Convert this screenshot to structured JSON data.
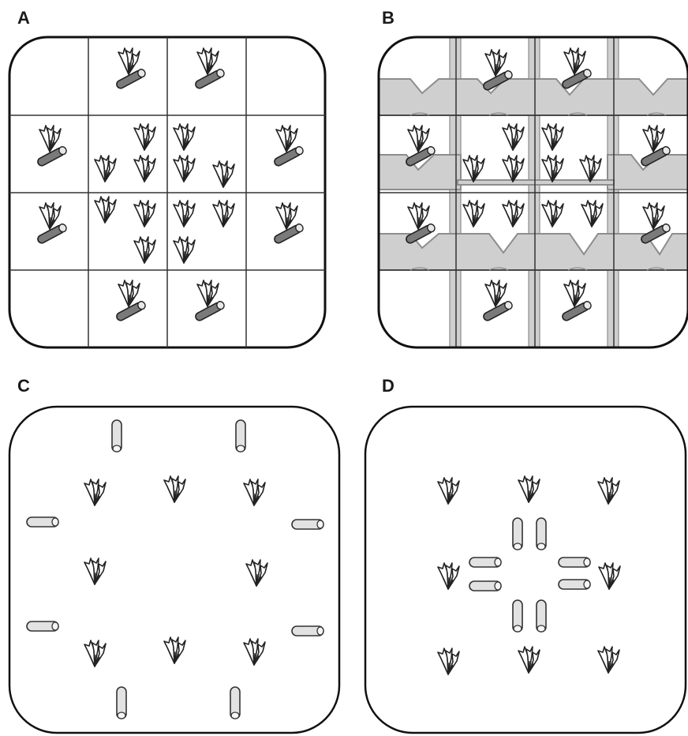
{
  "figure": {
    "colors": {
      "outline": "#111111",
      "grid": "#333333",
      "shade": "#cfcfcf",
      "shade_edge": "#8d8d8d",
      "rod_dark": "#7a7a7a",
      "rod_light": "#e2e2e2",
      "background": "#ffffff"
    },
    "panels": [
      {
        "id": "A",
        "label": "A",
        "description_icon": "grid-with-rods-and-plants"
      },
      {
        "id": "B",
        "label": "B",
        "description_icon": "grid-with-gutters"
      },
      {
        "id": "C",
        "label": "C",
        "description_icon": "perimeter-rods"
      },
      {
        "id": "D",
        "label": "D",
        "description_icon": "central-rods"
      }
    ]
  }
}
